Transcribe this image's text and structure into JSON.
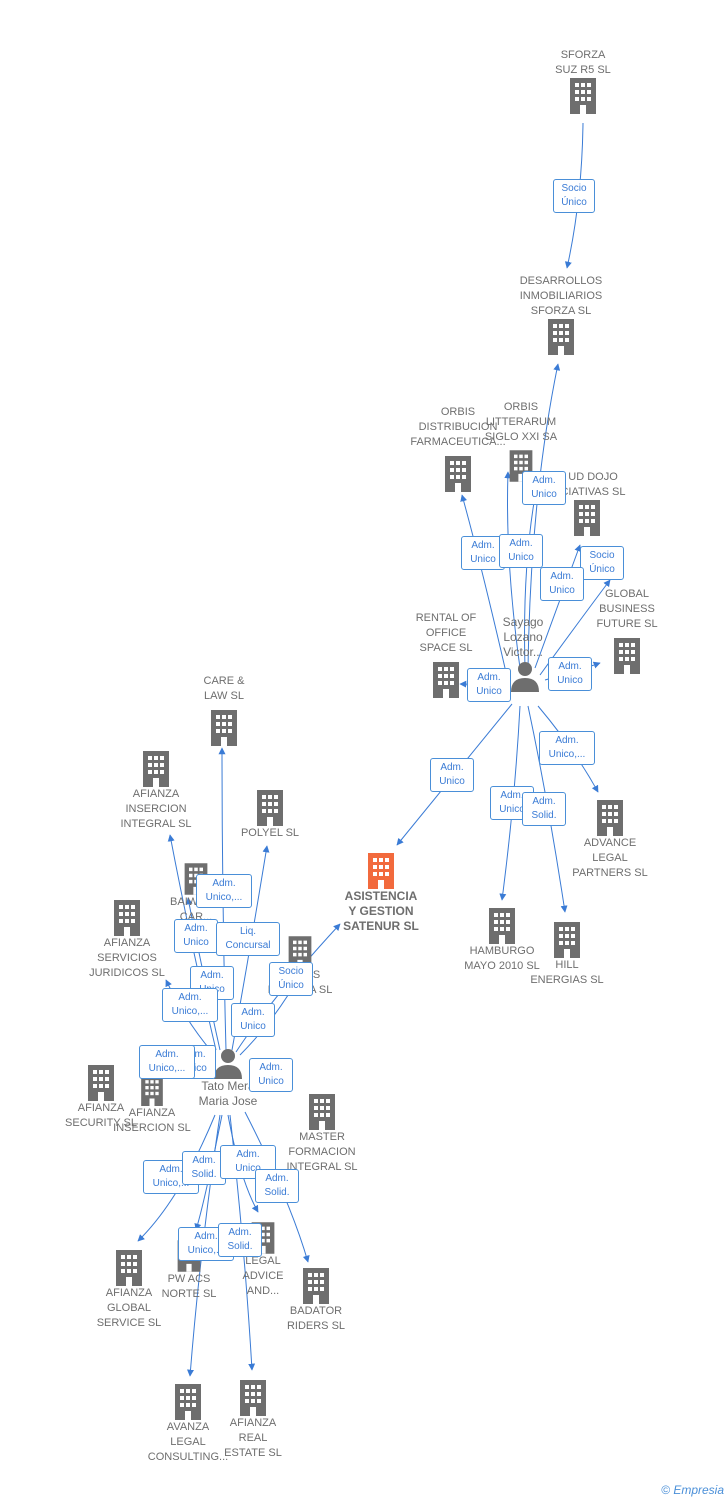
{
  "colors": {
    "company": "#6e6e6e",
    "main_company": "#f26a3d",
    "edge": "#3a7bd5"
  },
  "nodes": [
    {
      "id": "sforza_suz",
      "type": "company",
      "label": "SFORZA\nSUZ R5  SL"
    },
    {
      "id": "desarrollos",
      "type": "company",
      "label": "DESARROLLOS\nINMOBILIARIOS\nSFORZA  SL"
    },
    {
      "id": "orbis_dist",
      "type": "company",
      "label": "ORBIS\nDISTRIBUCION\nFARMACEUTICA..."
    },
    {
      "id": "orbis_litt",
      "type": "company",
      "label": "ORBIS\nLITTERARUM\nSIGLO XXI SA"
    },
    {
      "id": "dojo",
      "type": "company",
      "label": "UD DOJO\nCIATIVAS SL"
    },
    {
      "id": "global_bf",
      "type": "company",
      "label": "GLOBAL\nBUSINESS\nFUTURE SL"
    },
    {
      "id": "rental",
      "type": "company",
      "label": "RENTAL OF\nOFFICE\nSPACE  SL"
    },
    {
      "id": "sayago",
      "type": "person",
      "label": "Sayago\nLozano\nVictor..."
    },
    {
      "id": "advance",
      "type": "company",
      "label": "ADVANCE\nLEGAL\nPARTNERS  SL"
    },
    {
      "id": "hamburgo",
      "type": "company",
      "label": "HAMBURGO\nMAYO 2010 SL"
    },
    {
      "id": "hill",
      "type": "company",
      "label": "HILL\nENERGIAS  SL"
    },
    {
      "id": "asistencia",
      "type": "main",
      "label": "ASISTENCIA\nY GESTION\nSATENUR  SL"
    },
    {
      "id": "care",
      "type": "company",
      "label": "CARE &\nLAW  SL"
    },
    {
      "id": "af_ins_int",
      "type": "company",
      "label": "AFIANZA\nINSERCION\nINTEGRAL  SL"
    },
    {
      "id": "polyel",
      "type": "company",
      "label": "POLYEL SL"
    },
    {
      "id": "baiwork",
      "type": "company",
      "label": "BAIWORK\nCAR..."
    },
    {
      "id": "af_serv",
      "type": "company",
      "label": "AFIANZA\nSERVICIOS\nJURIDICOS  SL"
    },
    {
      "id": "recursos",
      "type": "company",
      "label": "...RSOS\nINTEGRA  SL"
    },
    {
      "id": "tato",
      "type": "person",
      "label": "Tato Mera\nMaria Jose"
    },
    {
      "id": "af_security",
      "type": "company",
      "label": "AFIANZA\nSECURITY  SL"
    },
    {
      "id": "af_insercion",
      "type": "company",
      "label": "AFIANZA\nINSERCION SL"
    },
    {
      "id": "master",
      "type": "company",
      "label": "MASTER\nFORMACION\nINTEGRAL SL"
    },
    {
      "id": "af_global",
      "type": "company",
      "label": "AFIANZA\nGLOBAL\nSERVICE  SL"
    },
    {
      "id": "pw_acs",
      "type": "company",
      "label": "PW ACS\nNORTE  SL"
    },
    {
      "id": "legal_adv",
      "type": "company",
      "label": "LEGAL\nADVICE\nAND..."
    },
    {
      "id": "badator",
      "type": "company",
      "label": "BADATOR\nRIDERS  SL"
    },
    {
      "id": "avanza",
      "type": "company",
      "label": "AVANZA\nLEGAL\nCONSULTING..."
    },
    {
      "id": "af_real",
      "type": "company",
      "label": "AFIANZA\nREAL\nESTATE  SL"
    }
  ],
  "edge_labels": [
    {
      "text": "Socio\nÚnico"
    },
    {
      "text": "Adm.\nUnico"
    },
    {
      "text": "Adm.\nUnico"
    },
    {
      "text": "Adm.\nUnico"
    },
    {
      "text": "Socio\nÚnico"
    },
    {
      "text": "Adm.\nUnico"
    },
    {
      "text": "Adm.\nUnico"
    },
    {
      "text": "Adm.\nUnico"
    },
    {
      "text": "Adm.\nUnico,..."
    },
    {
      "text": "Adm.\nUnico"
    },
    {
      "text": "Adm.\nUnico"
    },
    {
      "text": "Adm.\nSolid."
    },
    {
      "text": "Adm.\nUnico,..."
    },
    {
      "text": "Adm.\nUnico"
    },
    {
      "text": "Liq.\nConcursal"
    },
    {
      "text": "Adm.\nUnico"
    },
    {
      "text": "Adm.\nUnico,..."
    },
    {
      "text": "Socio\nÚnico"
    },
    {
      "text": "Adm.\nUnico"
    },
    {
      "text": "Adm.\nUnico"
    },
    {
      "text": "Adm.\nUnico,..."
    },
    {
      "text": "Adm.\nUnico"
    },
    {
      "text": "Adm.\nUnico,..."
    },
    {
      "text": "Adm.\nSolid."
    },
    {
      "text": "Adm.\nUnico"
    },
    {
      "text": "Adm.\nSolid."
    },
    {
      "text": "Adm.\nUnico,..."
    },
    {
      "text": "Adm.\nSolid."
    }
  ],
  "copyright": "© Empresia"
}
